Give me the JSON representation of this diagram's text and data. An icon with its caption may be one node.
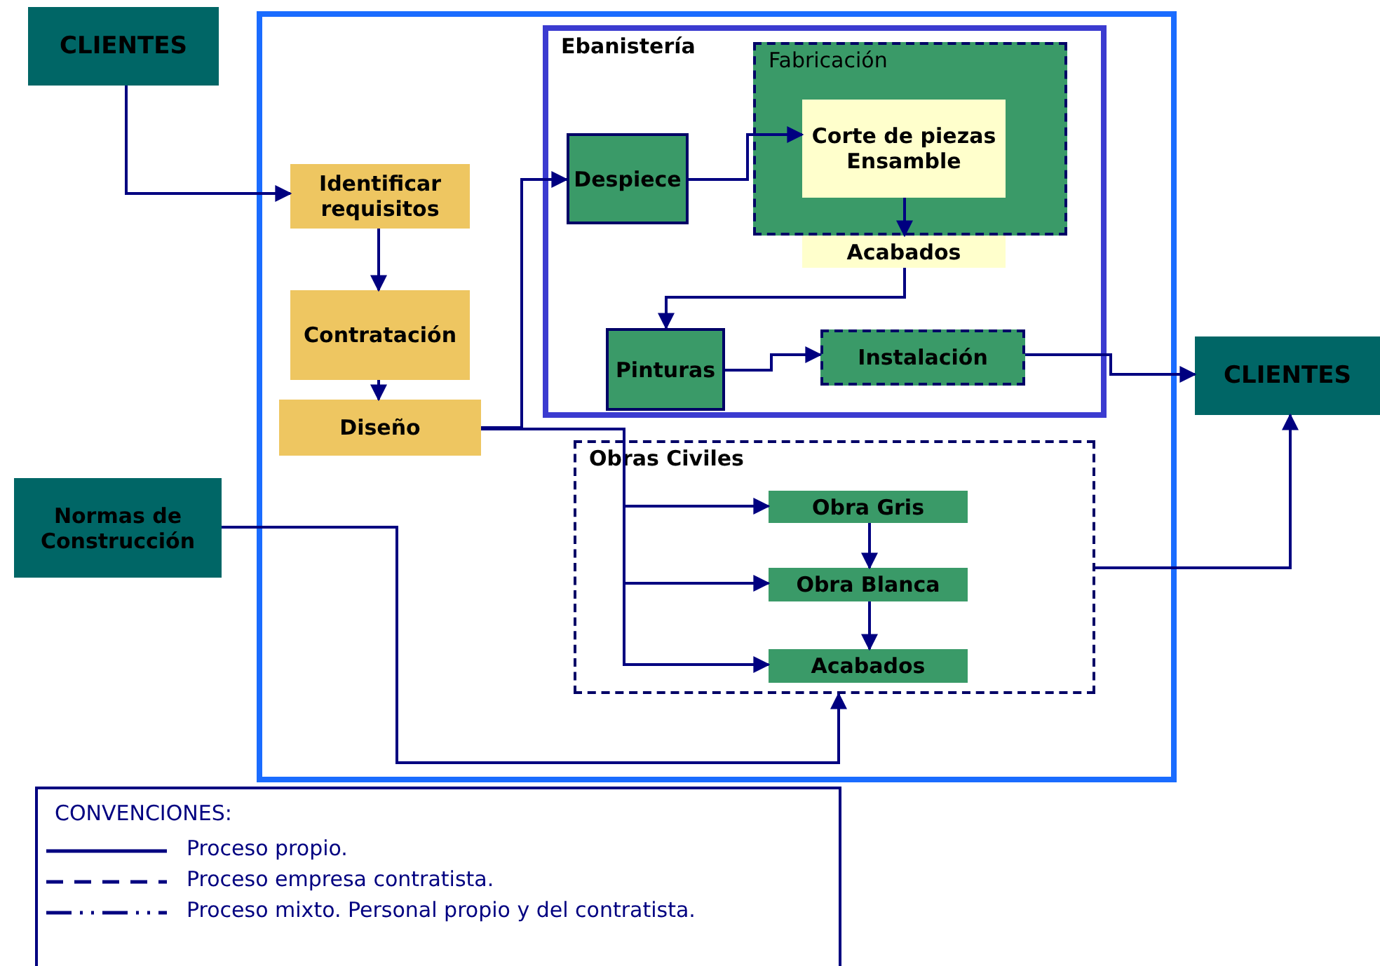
{
  "diagram": {
    "nodes": [
      {
        "text": [
          "CLIENTES"
        ]
      },
      {
        "text": [],
        "shape": "box"
      },
      {
        "text": [
          "Identificar requisitos"
        ],
        "in": 1
      },
      {
        "text": [
          "Contratación"
        ],
        "in": 1
      },
      {
        "text": [
          "Diseño"
        ],
        "in": 1
      },
      {
        "text": [
          "Ebanistería"
        ],
        "in": 1
      },
      {
        "text": [
          "Despiece"
        ],
        "in": 5
      },
      {
        "text": [
          "Fabricación"
        ],
        "in": 5
      },
      {
        "text": [
          "Corte de piezas",
          "Ensamble"
        ],
        "in": 7
      },
      {
        "text": [
          "Acabados"
        ],
        "in": 5
      },
      {
        "text": [
          "Pinturas"
        ],
        "in": 5
      },
      {
        "text": [
          "Instalación"
        ],
        "in": 5
      },
      {
        "text": [
          "CLIENTES"
        ]
      },
      {
        "text": [
          "Obras Civiles"
        ],
        "in": 1
      },
      {
        "text": [
          "Obra Gris"
        ],
        "in": 13
      },
      {
        "text": [
          "Obra Blanca"
        ],
        "in": 13
      },
      {
        "text": [
          "Acabados"
        ],
        "in": 13
      },
      {
        "text": [
          "Normas de Construcción"
        ]
      }
    ],
    "edges": [
      {
        "from": 0,
        "to": 2,
        "arrow": "to"
      },
      {
        "from": 2,
        "to": 3,
        "arrow": "to"
      },
      {
        "from": 3,
        "to": 4,
        "arrow": "to"
      },
      {
        "from": 4,
        "to": 6,
        "arrow": "to"
      },
      {
        "from": 4,
        "to": 14,
        "arrow": "to"
      },
      {
        "from": 4,
        "to": 15,
        "arrow": "to"
      },
      {
        "from": 4,
        "to": 16,
        "arrow": "to"
      },
      {
        "from": 6,
        "to": 8,
        "arrow": "to"
      },
      {
        "from": 8,
        "to": 9,
        "arrow": "to"
      },
      {
        "from": 9,
        "to": 10,
        "arrow": "to"
      },
      {
        "from": 10,
        "to": 11,
        "arrow": "to"
      },
      {
        "from": 11,
        "to": 12,
        "arrow": "to"
      },
      {
        "from": 13,
        "to": 12,
        "arrow": "to"
      },
      {
        "from": 14,
        "to": 15,
        "arrow": "to"
      },
      {
        "from": 15,
        "to": 16,
        "arrow": "to"
      },
      {
        "from": 17,
        "to": 13,
        "arrow": "to"
      }
    ],
    "labels": [
      "CONVENCIONES:"
    ],
    "legend": [
      {
        "text": "Proceso propio."
      },
      {
        "text": "Proceso empresa contratista."
      },
      {
        "text": "Proceso mixto. Personal propio y del contratista."
      }
    ]
  }
}
